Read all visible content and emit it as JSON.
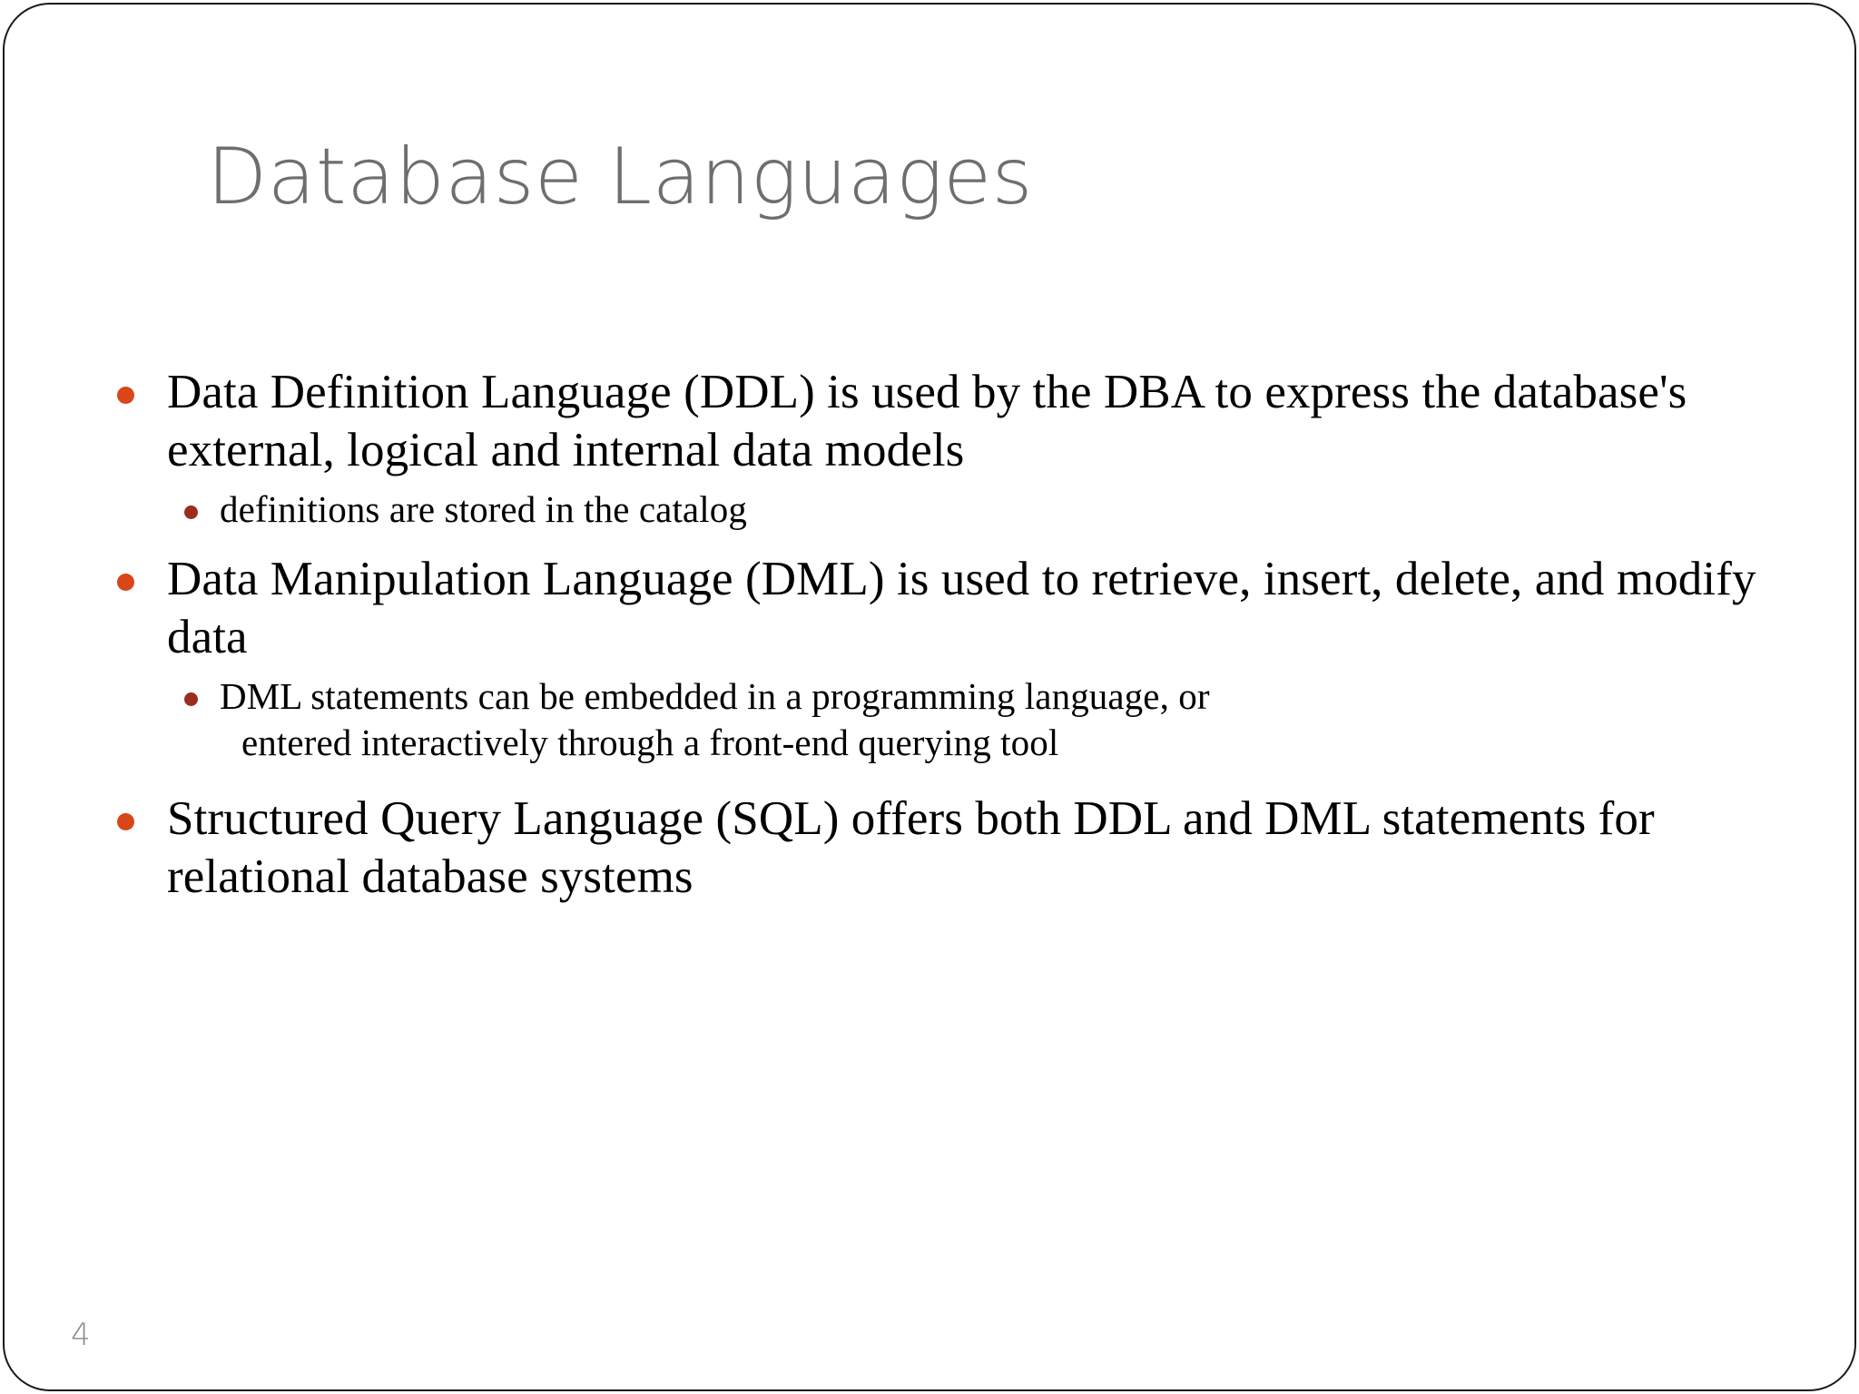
{
  "slide": {
    "title": "Database Languages",
    "page_number": "4",
    "colors": {
      "title": "#6E6E6E",
      "bullet_level1": "#D9461A",
      "bullet_level2": "#9B2D1C",
      "body_text": "#000000",
      "border": "#1a1a1a",
      "background": "#FFFFFF",
      "page_number": "#8A8A8A"
    },
    "bullets": [
      {
        "level": 1,
        "text": "Data Definition Language (DDL) is used by the DBA to express the database's external, logical and internal data models"
      },
      {
        "level": 2,
        "text": "definitions are stored in the catalog"
      },
      {
        "level": 1,
        "text": "Data Manipulation Language (DML) is used to retrieve, insert, delete, and modify data"
      },
      {
        "level": 2,
        "text": "DML statements can be embedded in a programming language, or",
        "continuation": "entered interactively through a front-end querying tool"
      },
      {
        "level": 1,
        "text": "Structured Query Language (SQL) offers both DDL and DML statements for relational database systems"
      }
    ]
  }
}
